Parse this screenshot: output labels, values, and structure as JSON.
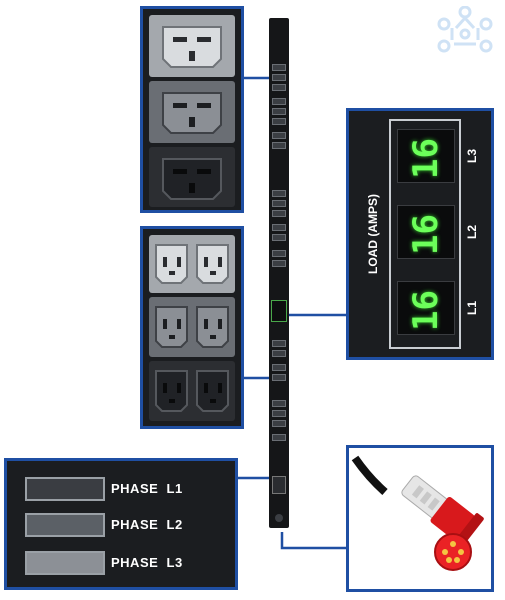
{
  "display": {
    "title": "LOAD (AMPS)",
    "lines": [
      {
        "label": "L3",
        "value": "16"
      },
      {
        "label": "L2",
        "value": "16"
      },
      {
        "label": "L1",
        "value": "16"
      }
    ]
  },
  "legend": {
    "items": [
      {
        "label": "PHASE  L1",
        "color": "#3a3d42"
      },
      {
        "label": "PHASE  L2",
        "color": "#5b6066"
      },
      {
        "label": "PHASE  L3",
        "color": "#8c9096"
      }
    ]
  },
  "colors": {
    "frame": "#1f4fa3",
    "segment": "#6cff5a",
    "plug_body": "#d8191c"
  },
  "icons": {
    "logo": "connected-nodes-logo",
    "outlet_c19": "c19-outlet-icon",
    "outlet_c13": "c13-outlet-icon",
    "plug": "iec-60309-plug-icon"
  }
}
